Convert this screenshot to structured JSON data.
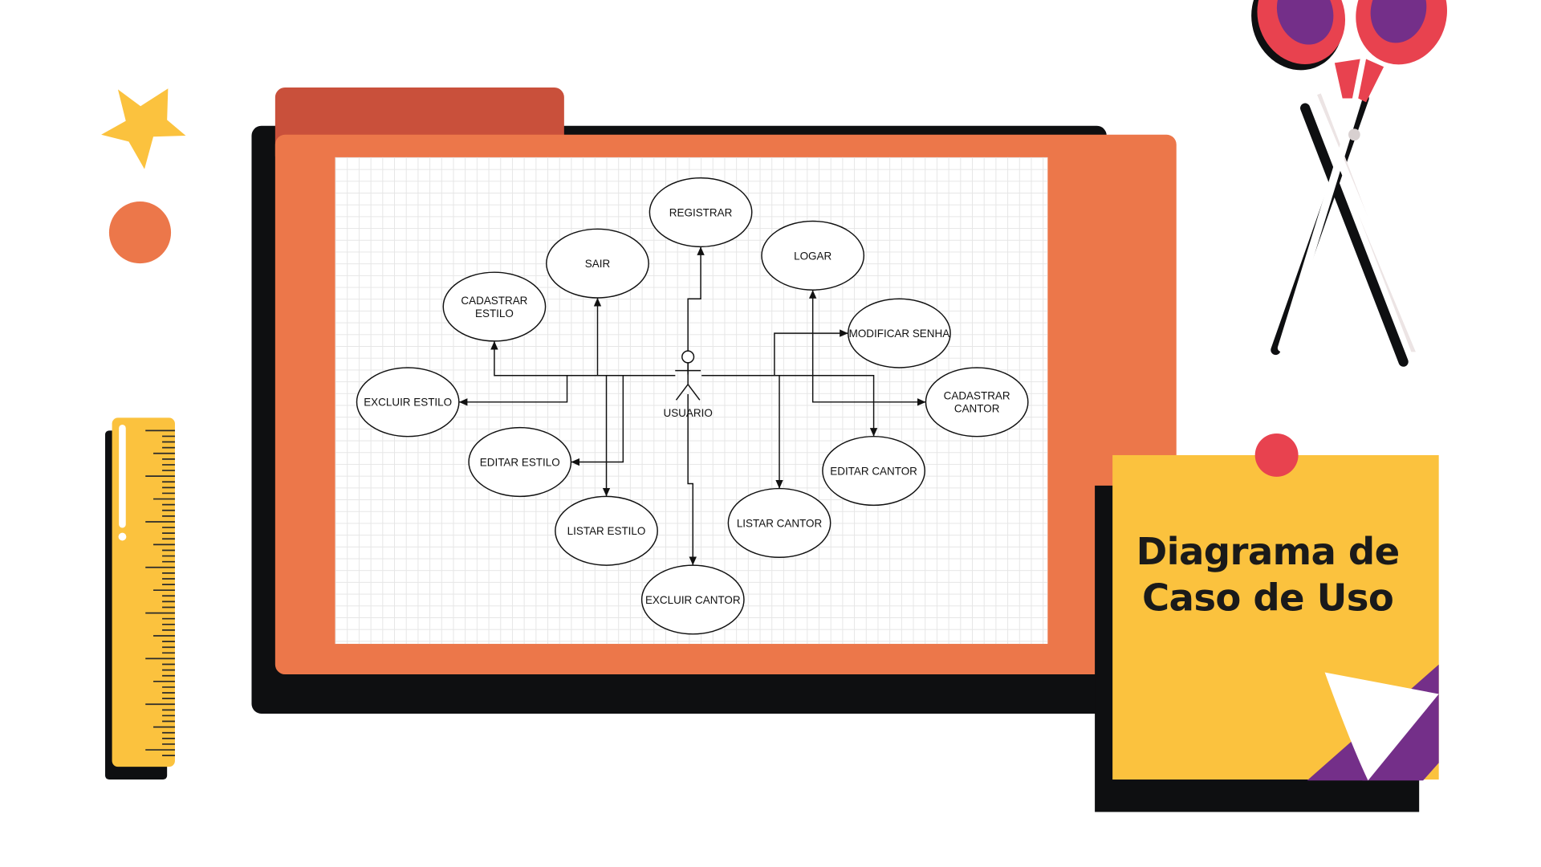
{
  "colors": {
    "background": "#742f89",
    "folder": "#ec774a",
    "folder_tab": "#c9503b",
    "shadow": "#0e0f11",
    "sticky_note": "#fbc23e",
    "pin": "#e8424f",
    "star": "#fbc23e",
    "ruler": "#fbc23e",
    "scissors_handle": "#e8424f"
  },
  "decorations": [
    "star-icon",
    "circle-icon",
    "ruler-icon",
    "scissors-icon",
    "pin-icon"
  ],
  "note": {
    "line1": "Diagrama de",
    "line2": "Caso de Uso"
  },
  "diagram": {
    "actor": {
      "label": "USUARIO"
    },
    "use_cases": [
      {
        "id": "registrar",
        "label": "REGISTRAR"
      },
      {
        "id": "sair",
        "label": "SAIR"
      },
      {
        "id": "logar",
        "label": "LOGAR"
      },
      {
        "id": "cadastrar-estilo",
        "label": "CADASTRAR ESTILO"
      },
      {
        "id": "modificar-senha",
        "label": "MODIFICAR SENHA"
      },
      {
        "id": "excluir-estilo",
        "label": "EXCLUIR ESTILO"
      },
      {
        "id": "cadastrar-cantor",
        "label": "CADASTRAR CANTOR"
      },
      {
        "id": "editar-estilo",
        "label": "EDITAR ESTILO"
      },
      {
        "id": "editar-cantor",
        "label": "EDITAR CANTOR"
      },
      {
        "id": "listar-estilo",
        "label": "LISTAR ESTILO"
      },
      {
        "id": "listar-cantor",
        "label": "LISTAR CANTOR"
      },
      {
        "id": "excluir-cantor",
        "label": "EXCLUIR CANTOR"
      }
    ],
    "edges": [
      {
        "from": "actor",
        "to": "registrar"
      },
      {
        "from": "actor",
        "to": "sair"
      },
      {
        "from": "actor",
        "to": "logar"
      },
      {
        "from": "actor",
        "to": "cadastrar-estilo"
      },
      {
        "from": "actor",
        "to": "modificar-senha"
      },
      {
        "from": "actor",
        "to": "excluir-estilo"
      },
      {
        "from": "actor",
        "to": "cadastrar-cantor"
      },
      {
        "from": "actor",
        "to": "editar-estilo"
      },
      {
        "from": "actor",
        "to": "editar-cantor"
      },
      {
        "from": "actor",
        "to": "listar-estilo"
      },
      {
        "from": "actor",
        "to": "listar-cantor"
      },
      {
        "from": "actor",
        "to": "excluir-cantor"
      }
    ]
  }
}
